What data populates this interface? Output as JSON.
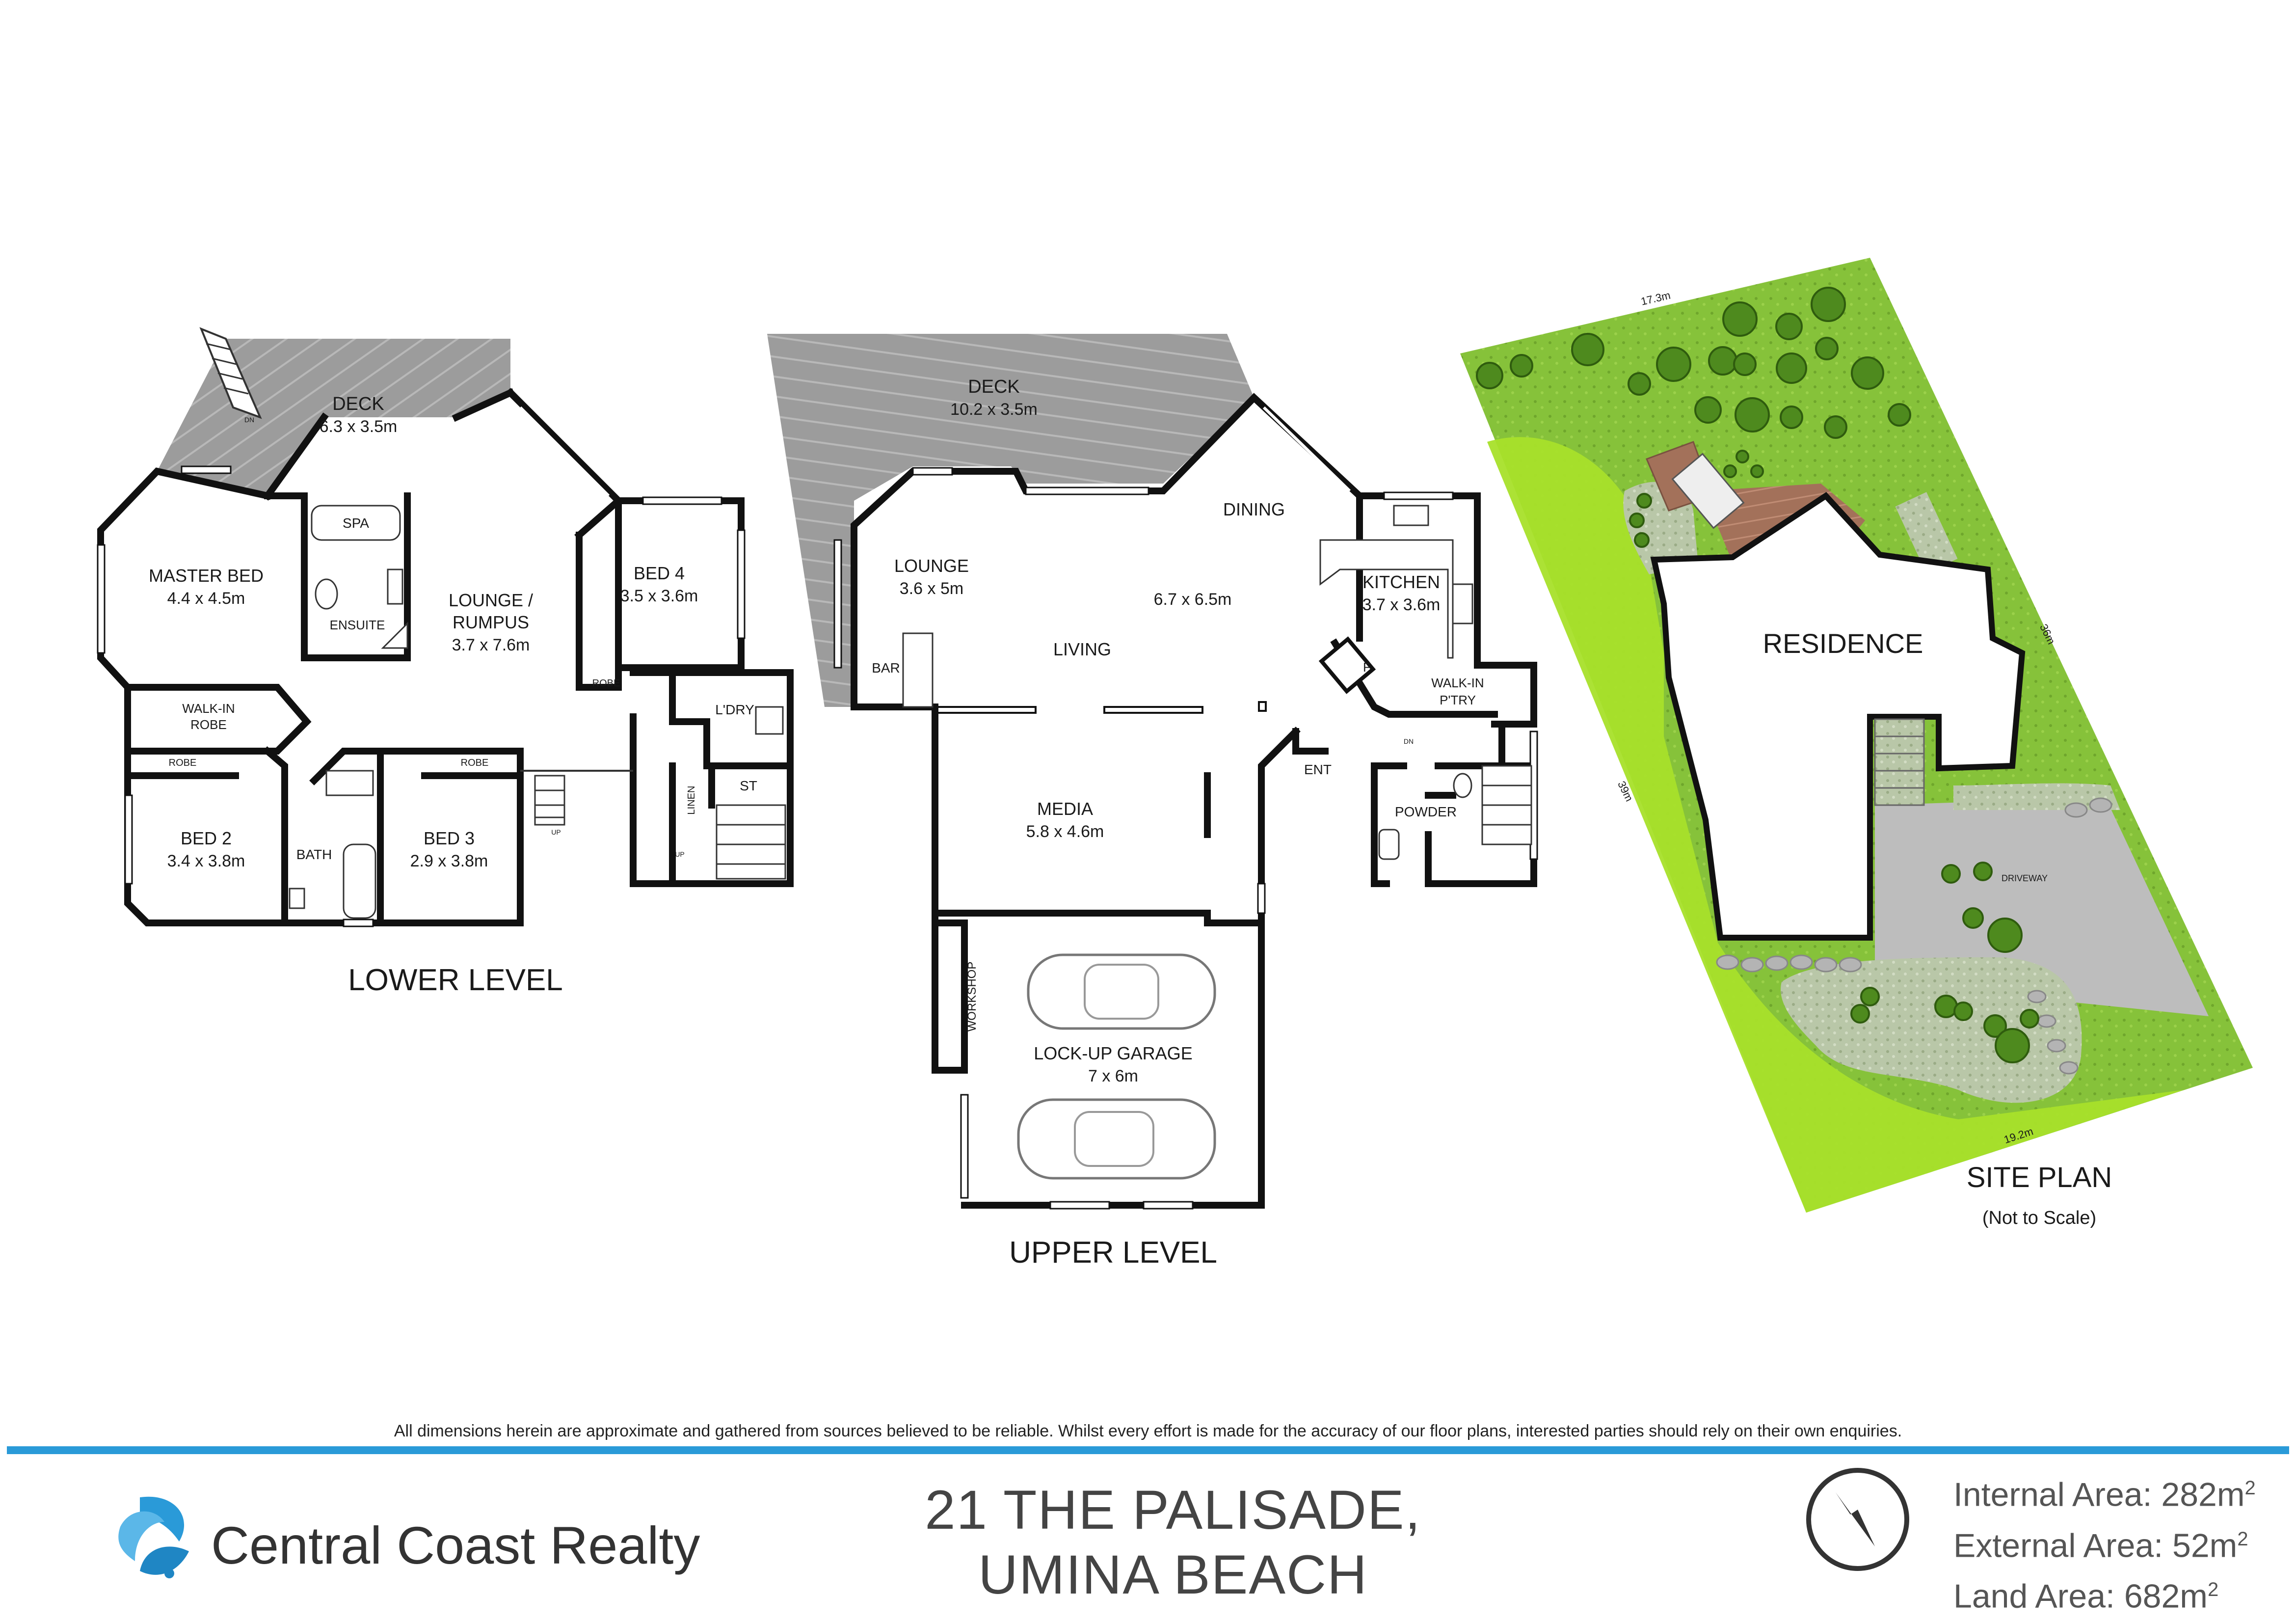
{
  "levels": {
    "lower": "LOWER LEVEL",
    "upper": "UPPER LEVEL",
    "site": "SITE PLAN",
    "site_note": "(Not to Scale)"
  },
  "rooms": {
    "deck_lower": {
      "name": "DECK",
      "size": "6.3 x 3.5m"
    },
    "master": {
      "name": "MASTER BED",
      "size": "4.4 x 4.5m"
    },
    "spa": "SPA",
    "ensuite": "ENSUITE",
    "lounge_rumpus": {
      "name1": "LOUNGE /",
      "name2": "RUMPUS",
      "size": "3.7 x 7.6m"
    },
    "bed4": {
      "name": "BED 4",
      "size": "3.5 x 3.6m"
    },
    "walkin_robe": {
      "name1": "WALK-IN",
      "name2": "ROBE"
    },
    "robe": "ROBE",
    "bed2": {
      "name": "BED 2",
      "size": "3.4 x 3.8m"
    },
    "bath": "BATH",
    "bed3": {
      "name": "BED 3",
      "size": "2.9 x 3.8m"
    },
    "laundry": "L'DRY",
    "linen": "LINEN",
    "st": "ST",
    "up": "UP",
    "dn": "DN",
    "deck_upper": {
      "name": "DECK",
      "size": "10.2 x 3.5m"
    },
    "lounge": {
      "name": "LOUNGE",
      "size": "3.6 x 5m"
    },
    "dining": "DINING",
    "living": {
      "name": "LIVING",
      "size": "6.7 x 6.5m"
    },
    "kitchen": {
      "name": "KITCHEN",
      "size": "3.7 x 3.6m"
    },
    "fridge": "F",
    "bar": "BAR",
    "walkin_pantry": {
      "name1": "WALK-IN",
      "name2": "P'TRY"
    },
    "ent": "ENT",
    "powder": "POWDER",
    "media": {
      "name": "MEDIA",
      "size": "5.8 x 4.6m"
    },
    "workshop": "WORKSHOP",
    "garage": {
      "name": "LOCK-UP GARAGE",
      "size": "7 x 6m"
    }
  },
  "site": {
    "residence": "RESIDENCE",
    "driveway": "DRIVEWAY",
    "dim_top": "17.3m",
    "dim_right": "36m",
    "dim_left": "39m",
    "dim_bottom": "19.2m"
  },
  "footer": {
    "disclaimer": "All dimensions herein are approximate and gathered from sources believed to be reliable. Whilst every effort is made for the accuracy of our floor plans, interested parties should rely on their own enquiries.",
    "brand": "Central Coast Realty",
    "address_line1": "21 THE PALISADE,",
    "address_line2": "UMINA BEACH",
    "internal_label": "Internal Area: 282m",
    "external_label": "External Area: 52m",
    "land_label": "Land Area: 682m",
    "area_unit_sup": "2"
  },
  "colors": {
    "accent": "#2a9ad8",
    "deck": "#9a9a9a",
    "lawn": "#8cc63f",
    "lawn_bright": "#a6e22e",
    "driveway": "#bdbdbd",
    "site_deck": "#a0735a"
  }
}
